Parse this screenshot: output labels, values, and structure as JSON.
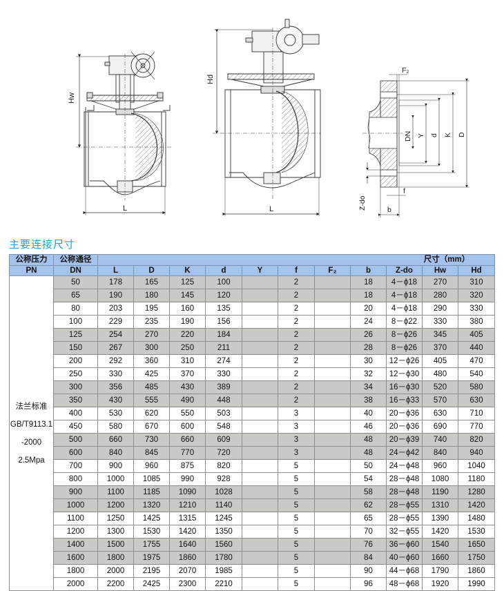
{
  "drawings": {
    "view1_labels": {
      "height": "Hw",
      "length": "L"
    },
    "view2_labels": {
      "height": "Hd",
      "length": "L"
    },
    "flange_labels": {
      "f2": "F₂",
      "dn": "DN",
      "y": "Y",
      "d": "d",
      "k": "K",
      "D": "D",
      "f": "f",
      "zdo": "Z-do",
      "b": "b"
    }
  },
  "section_title": "主要连接尺寸",
  "table": {
    "header": {
      "pn_label": "公称压力",
      "pn_sub": "PN",
      "dn_label": "公称通径",
      "dn_sub": "DN",
      "group_label": "尺寸（mm）",
      "columns": [
        "L",
        "D",
        "K",
        "d",
        "Y",
        "f",
        "F₂",
        "b",
        "Z-do",
        "Hw",
        "Hd"
      ]
    },
    "pn_lines": [
      "法兰标准",
      "GB/T9113.1",
      "-2000",
      "2.5Mpa"
    ],
    "rows": [
      {
        "dn": "50",
        "L": "178",
        "D": "165",
        "K": "125",
        "d": "100",
        "Y": "",
        "f": "2",
        "F2": "",
        "b": "18",
        "zdo": "4－ϕ18",
        "Hw": "270",
        "Hd": "310",
        "shade": true
      },
      {
        "dn": "65",
        "L": "190",
        "D": "180",
        "K": "145",
        "d": "120",
        "Y": "",
        "f": "2",
        "F2": "",
        "b": "18",
        "zdo": "4－ϕ18",
        "Hw": "280",
        "Hd": "320",
        "shade": true
      },
      {
        "dn": "80",
        "L": "203",
        "D": "195",
        "K": "160",
        "d": "135",
        "Y": "",
        "f": "2",
        "F2": "",
        "b": "20",
        "zdo": "4－ϕ18",
        "Hw": "290",
        "Hd": "330",
        "shade": false
      },
      {
        "dn": "100",
        "L": "229",
        "D": "235",
        "K": "190",
        "d": "156",
        "Y": "",
        "f": "2",
        "F2": "",
        "b": "24",
        "zdo": "8－ϕ22",
        "Hw": "330",
        "Hd": "380",
        "shade": false
      },
      {
        "dn": "125",
        "L": "254",
        "D": "270",
        "K": "220",
        "d": "184",
        "Y": "",
        "f": "2",
        "F2": "",
        "b": "26",
        "zdo": "8－ϕ26",
        "Hw": "345",
        "Hd": "405",
        "shade": true
      },
      {
        "dn": "150",
        "L": "267",
        "D": "300",
        "K": "250",
        "d": "211",
        "Y": "",
        "f": "2",
        "F2": "",
        "b": "28",
        "zdo": "8－ϕ26",
        "Hw": "370",
        "Hd": "440",
        "shade": true
      },
      {
        "dn": "200",
        "L": "292",
        "D": "360",
        "K": "310",
        "d": "274",
        "Y": "",
        "f": "2",
        "F2": "",
        "b": "30",
        "zdo": "12－ϕ26",
        "Hw": "405",
        "Hd": "470",
        "shade": false
      },
      {
        "dn": "250",
        "L": "330",
        "D": "425",
        "K": "370",
        "d": "330",
        "Y": "",
        "f": "2",
        "F2": "",
        "b": "32",
        "zdo": "12－ϕ30",
        "Hw": "480",
        "Hd": "540",
        "shade": false
      },
      {
        "dn": "300",
        "L": "356",
        "D": "485",
        "K": "430",
        "d": "389",
        "Y": "",
        "f": "2",
        "F2": "",
        "b": "34",
        "zdo": "16－ϕ30",
        "Hw": "520",
        "Hd": "580",
        "shade": true
      },
      {
        "dn": "350",
        "L": "430",
        "D": "555",
        "K": "490",
        "d": "448",
        "Y": "",
        "f": "2",
        "F2": "",
        "b": "38",
        "zdo": "16－ϕ33",
        "Hw": "570",
        "Hd": "630",
        "shade": true
      },
      {
        "dn": "400",
        "L": "530",
        "D": "620",
        "K": "550",
        "d": "503",
        "Y": "",
        "f": "3",
        "F2": "",
        "b": "40",
        "zdo": "20－ϕ36",
        "Hw": "630",
        "Hd": "710",
        "shade": false
      },
      {
        "dn": "450",
        "L": "580",
        "D": "670",
        "K": "600",
        "d": "548",
        "Y": "",
        "f": "3",
        "F2": "",
        "b": "46",
        "zdo": "20－ϕ36",
        "Hw": "690",
        "Hd": "770",
        "shade": false
      },
      {
        "dn": "500",
        "L": "660",
        "D": "730",
        "K": "660",
        "d": "609",
        "Y": "",
        "f": "3",
        "F2": "",
        "b": "48",
        "zdo": "20－ϕ39",
        "Hw": "740",
        "Hd": "820",
        "shade": true
      },
      {
        "dn": "600",
        "L": "840",
        "D": "845",
        "K": "770",
        "d": "720",
        "Y": "",
        "f": "3",
        "F2": "",
        "b": "48",
        "zdo": "24－ϕ42",
        "Hw": "840",
        "Hd": "940",
        "shade": true
      },
      {
        "dn": "700",
        "L": "900",
        "D": "960",
        "K": "875",
        "d": "820",
        "Y": "",
        "f": "5",
        "F2": "",
        "b": "50",
        "zdo": "24－ϕ48",
        "Hw": "960",
        "Hd": "1040",
        "shade": false
      },
      {
        "dn": "800",
        "L": "1000",
        "D": "1085",
        "K": "990",
        "d": "928",
        "Y": "",
        "f": "5",
        "F2": "",
        "b": "54",
        "zdo": "28－ϕ48",
        "Hw": "1080",
        "Hd": "1180",
        "shade": false
      },
      {
        "dn": "900",
        "L": "1100",
        "D": "1185",
        "K": "1090",
        "d": "1028",
        "Y": "",
        "f": "5",
        "F2": "",
        "b": "58",
        "zdo": "28－ϕ48",
        "Hw": "1190",
        "Hd": "1280",
        "shade": true
      },
      {
        "dn": "1000",
        "L": "1200",
        "D": "1320",
        "K": "1210",
        "d": "1140",
        "Y": "",
        "f": "5",
        "F2": "",
        "b": "62",
        "zdo": "28－ϕ55",
        "Hw": "1310",
        "Hd": "1420",
        "shade": true
      },
      {
        "dn": "1100",
        "L": "1250",
        "D": "1425",
        "K": "1315",
        "d": "1245",
        "Y": "",
        "f": "5",
        "F2": "",
        "b": "65",
        "zdo": "28－ϕ55",
        "Hw": "1390",
        "Hd": "1480",
        "shade": false
      },
      {
        "dn": "1200",
        "L": "1300",
        "D": "1530",
        "K": "1420",
        "d": "1350",
        "Y": "",
        "f": "5",
        "F2": "",
        "b": "70",
        "zdo": "32－ϕ55",
        "Hw": "1420",
        "Hd": "1530",
        "shade": false
      },
      {
        "dn": "1400",
        "L": "1500",
        "D": "1755",
        "K": "1640",
        "d": "1560",
        "Y": "",
        "f": "5",
        "F2": "",
        "b": "76",
        "zdo": "36－ϕ60",
        "Hw": "1540",
        "Hd": "1650",
        "shade": true
      },
      {
        "dn": "1600",
        "L": "1800",
        "D": "1975",
        "K": "1860",
        "d": "1780",
        "Y": "",
        "f": "5",
        "F2": "",
        "b": "84",
        "zdo": "40－ϕ60",
        "Hw": "1660",
        "Hd": "1750",
        "shade": true
      },
      {
        "dn": "1800",
        "L": "2000",
        "D": "2195",
        "K": "2070",
        "d": "1985",
        "Y": "",
        "f": "5",
        "F2": "",
        "b": "90",
        "zdo": "44－ϕ68",
        "Hw": "1790",
        "Hd": "1860",
        "shade": false
      },
      {
        "dn": "2000",
        "L": "2200",
        "D": "2425",
        "K": "2300",
        "d": "2210",
        "Y": "",
        "f": "5",
        "F2": "",
        "b": "96",
        "zdo": "48－ϕ68",
        "Hw": "1920",
        "Hd": "1990",
        "shade": false
      }
    ]
  }
}
